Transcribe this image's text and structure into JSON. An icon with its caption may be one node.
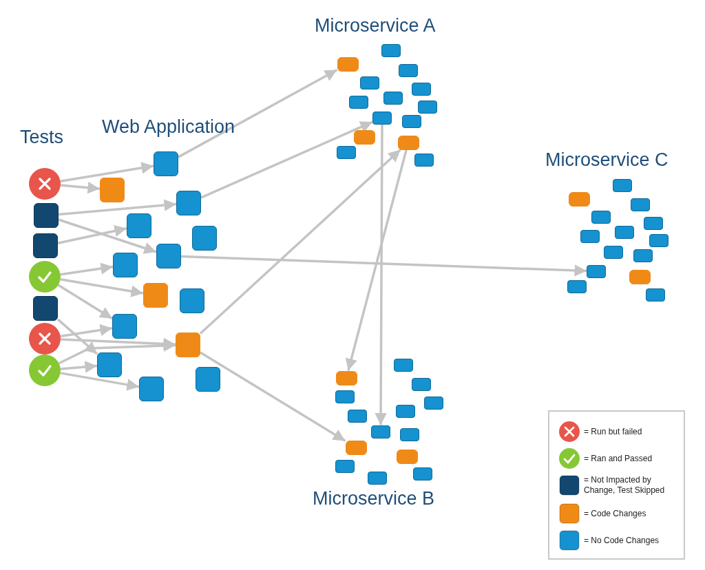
{
  "diagram": {
    "nodes": [
      {
        "text": [],
        "shape": "circle"
      },
      {
        "text": [],
        "shape": "box"
      },
      {
        "text": [],
        "shape": "box"
      },
      {
        "text": [],
        "shape": "circle"
      },
      {
        "text": [],
        "shape": "box"
      },
      {
        "text": [],
        "shape": "circle"
      },
      {
        "text": [],
        "shape": "circle"
      },
      {
        "text": [],
        "shape": "box"
      },
      {
        "text": [],
        "shape": "box"
      },
      {
        "text": [],
        "shape": "box"
      },
      {
        "text": [],
        "shape": "box"
      },
      {
        "text": [],
        "shape": "box"
      },
      {
        "text": [],
        "shape": "box"
      },
      {
        "text": [],
        "shape": "box"
      },
      {
        "text": [],
        "shape": "box"
      },
      {
        "text": [],
        "shape": "box"
      },
      {
        "text": [],
        "shape": "box"
      },
      {
        "text": [],
        "shape": "box"
      },
      {
        "text": [],
        "shape": "box"
      },
      {
        "text": [],
        "shape": "box"
      },
      {
        "text": [],
        "shape": "box"
      },
      {
        "text": [],
        "shape": "box"
      },
      {
        "text": [],
        "shape": "box"
      },
      {
        "text": [],
        "shape": "box"
      },
      {
        "text": [],
        "shape": "box"
      },
      {
        "text": [],
        "shape": "box"
      },
      {
        "text": [],
        "shape": "box"
      },
      {
        "text": [],
        "shape": "box"
      },
      {
        "text": [],
        "shape": "box"
      },
      {
        "text": [],
        "shape": "box"
      },
      {
        "text": [],
        "shape": "box"
      },
      {
        "text": [],
        "shape": "box"
      },
      {
        "text": [],
        "shape": "box"
      },
      {
        "text": [],
        "shape": "box"
      },
      {
        "text": [],
        "shape": "box"
      },
      {
        "text": [],
        "shape": "box"
      },
      {
        "text": [],
        "shape": "box"
      },
      {
        "text": [],
        "shape": "box"
      },
      {
        "text": [],
        "shape": "box"
      },
      {
        "text": [],
        "shape": "box"
      },
      {
        "text": [],
        "shape": "box"
      },
      {
        "text": [],
        "shape": "box"
      },
      {
        "text": [],
        "shape": "box"
      },
      {
        "text": [],
        "shape": "box"
      },
      {
        "text": [],
        "shape": "box"
      },
      {
        "text": [],
        "shape": "box"
      },
      {
        "text": [],
        "shape": "box"
      },
      {
        "text": [],
        "shape": "box"
      },
      {
        "text": [],
        "shape": "box"
      },
      {
        "text": [],
        "shape": "box"
      },
      {
        "text": [],
        "shape": "box"
      },
      {
        "text": [],
        "shape": "box"
      },
      {
        "text": [],
        "shape": "box"
      },
      {
        "text": [],
        "shape": "box"
      },
      {
        "text": [],
        "shape": "box"
      },
      {
        "text": [],
        "shape": "box"
      },
      {
        "text": [],
        "shape": "box"
      },
      {
        "text": [],
        "shape": "box"
      },
      {
        "text": [],
        "shape": "box"
      },
      {
        "text": [],
        "shape": "box"
      },
      {
        "text": [],
        "shape": "box"
      },
      {
        "text": [],
        "shape": "box"
      },
      {
        "text": [],
        "shape": "box"
      }
    ],
    "edges": [
      {
        "from": 0,
        "to": 7,
        "arrow": "to"
      },
      {
        "from": 0,
        "to": 8,
        "arrow": "to"
      },
      {
        "from": 1,
        "to": 9,
        "arrow": "to"
      },
      {
        "from": 1,
        "to": 12,
        "arrow": "to"
      },
      {
        "from": 2,
        "to": 10,
        "arrow": "to"
      },
      {
        "from": 3,
        "to": 13,
        "arrow": "to"
      },
      {
        "from": 3,
        "to": 14,
        "arrow": "to"
      },
      {
        "from": 3,
        "to": 16,
        "arrow": "to"
      },
      {
        "from": 4,
        "to": 18,
        "arrow": "to"
      },
      {
        "from": 5,
        "to": 16,
        "arrow": "to"
      },
      {
        "from": 5,
        "to": 17,
        "arrow": "to"
      },
      {
        "from": 6,
        "to": 17,
        "arrow": "to"
      },
      {
        "from": 6,
        "to": 18,
        "arrow": "to"
      },
      {
        "from": 6,
        "to": 20,
        "arrow": "to"
      },
      {
        "from": 7,
        "to": 22,
        "arrow": "to"
      },
      {
        "from": 9,
        "to": 29,
        "arrow": "to"
      },
      {
        "from": 17,
        "to": 32,
        "arrow": "to"
      },
      {
        "from": 17,
        "to": 44,
        "arrow": "to"
      },
      {
        "from": 12,
        "to": 59,
        "arrow": "to"
      },
      {
        "from": 29,
        "to": 42,
        "arrow": "to"
      },
      {
        "from": 32,
        "to": 36,
        "arrow": "to"
      }
    ],
    "labels": [
      "Microservice A",
      "Web Application",
      "Tests",
      "Microservice C",
      "Microservice B"
    ],
    "legend": [
      {
        "text": "= Run but failed",
        "color": "#e8554b"
      },
      {
        "text": "= Ran and Passed",
        "color": "#86c833"
      },
      {
        "text": "= Not Impacted by Change, Test Skipped",
        "color": "#124870"
      },
      {
        "text": "= Code Changes",
        "color": "#f08a17"
      },
      {
        "text": "= No Code Changes",
        "color": "#1592cf"
      }
    ]
  }
}
